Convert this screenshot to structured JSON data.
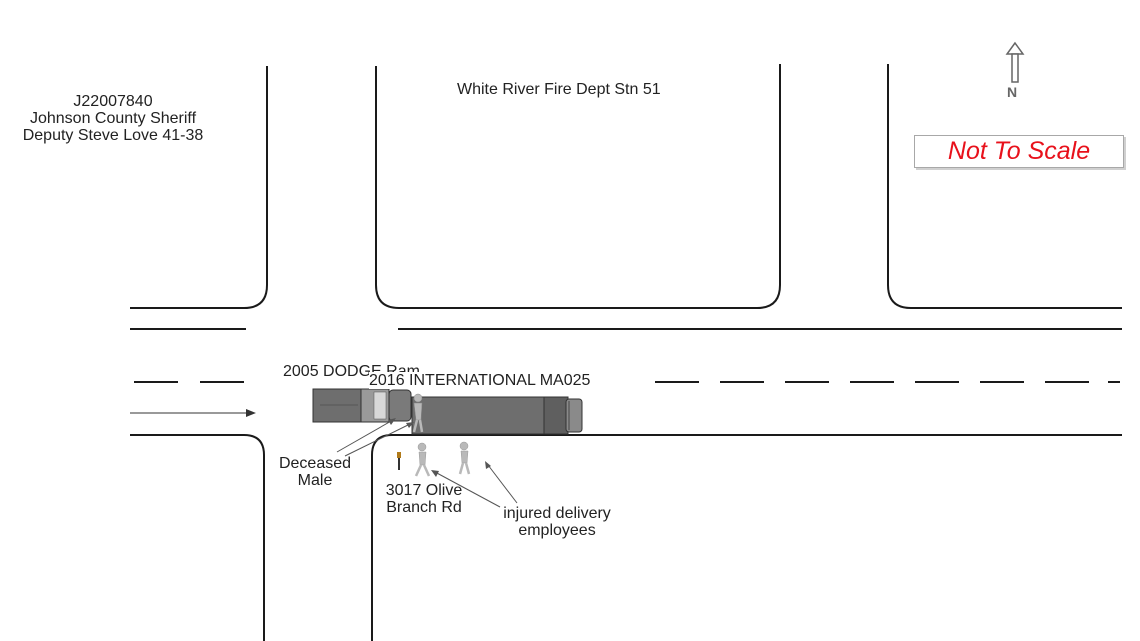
{
  "header": {
    "case_number": "J22007840",
    "agency": "Johnson County Sheriff",
    "officer": "Deputy Steve Love  41-38"
  },
  "landmarks": {
    "fire_station": "White River Fire Dept Stn 51",
    "address_line1": "3017 Olive",
    "address_line2": "Branch Rd"
  },
  "compass": {
    "letter": "N"
  },
  "scale_note": {
    "text": "Not To Scale"
  },
  "vehicles": {
    "pickup": "2005 DODGE Ram",
    "truck": "2016 INTERNATIONAL MA025"
  },
  "annotations": {
    "deceased_line1": "Deceased",
    "deceased_line2": "Male",
    "injured_line1": "injured delivery",
    "injured_line2": "employees"
  },
  "colors": {
    "vehicle_fill": "#6e6e6e",
    "figure_fill": "#b9b9b9",
    "road_line": "#1a1a1a",
    "scale_text": "#e8111b"
  }
}
